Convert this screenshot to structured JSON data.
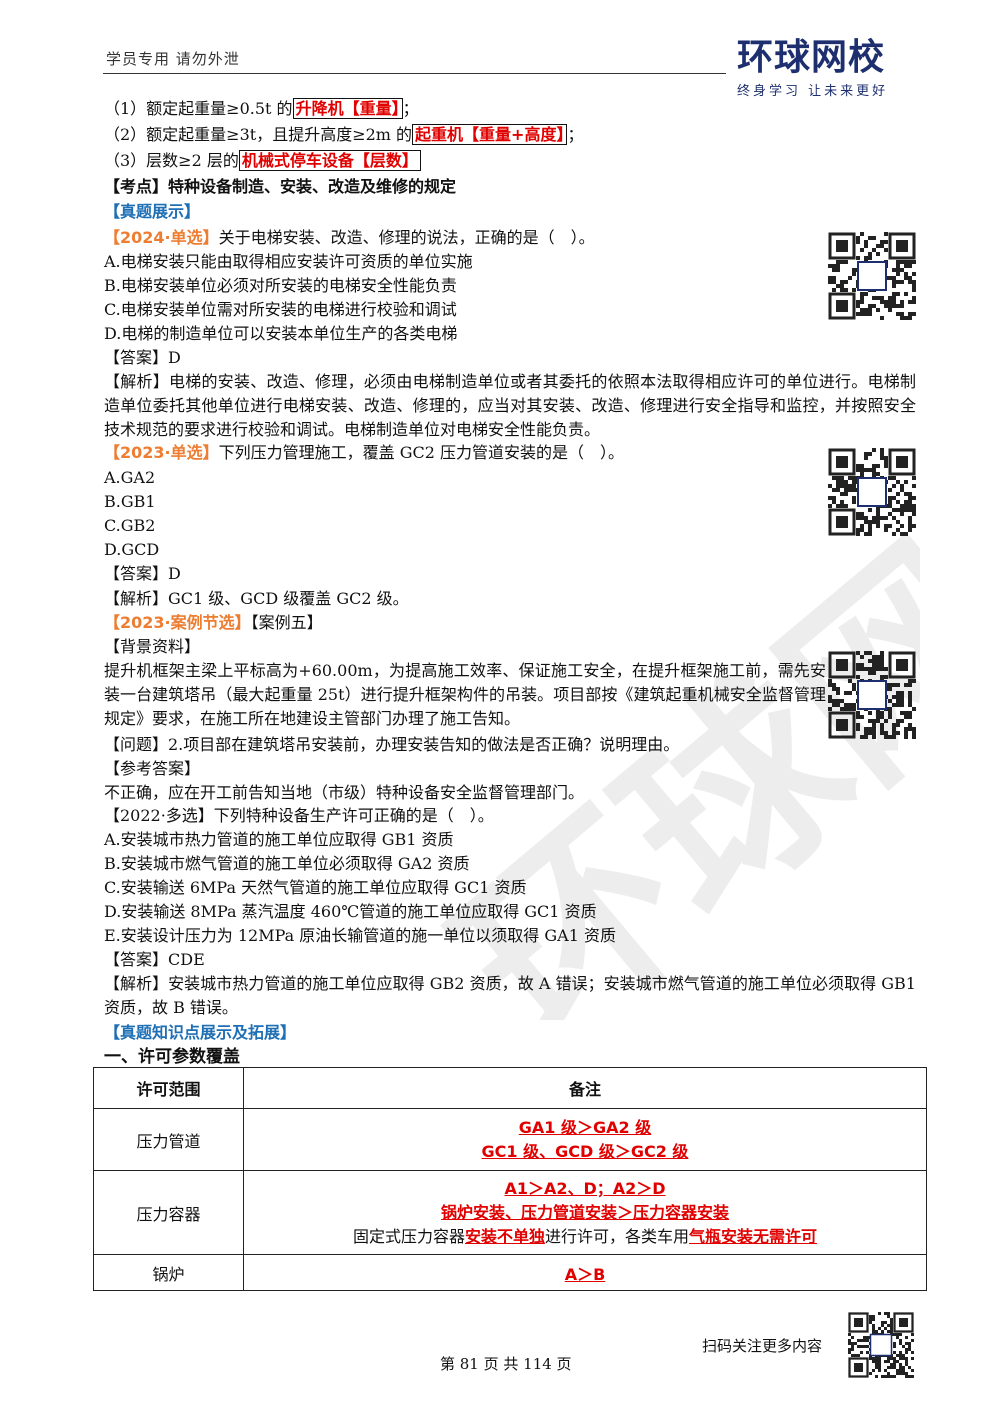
{
  "header": {
    "notice": "学员专用 请勿外泄",
    "logo_main": "环球网校",
    "logo_sub": "终身学习 让未来更好"
  },
  "watermark": "环球网校",
  "intro": [
    {
      "prefix": "（1）额定起重量≥0.5t 的",
      "box": "升降机【重量】",
      "suffix": "；"
    },
    {
      "prefix": "（2）额定起重量≥3t，且提升高度≥2m 的",
      "box": "起重机【重量+高度】",
      "suffix": "；"
    },
    {
      "prefix": "（3）层数≥2 层的",
      "box": "机械式停车设备【层数】",
      "suffix": ""
    }
  ],
  "kaodian": "【考点】特种设备制造、安装、改造及维修的规定",
  "zhenti": "【真题展示】",
  "q1": {
    "tag": "【2024·单选】",
    "stem": "关于电梯安装、改造、修理的说法，正确的是（　）。",
    "options": [
      "A.电梯安装只能由取得相应安装许可资质的单位实施",
      "B.电梯安装单位必须对所安装的电梯安全性能负责",
      "C.电梯安装单位需对所安装的电梯进行校验和调试",
      "D.电梯的制造单位可以安装本单位生产的各类电梯"
    ],
    "answer": "【答案】D",
    "analysis": "【解析】电梯的安装、改造、修理，必须由电梯制造单位或者其委托的依照本法取得相应许可的单位进行。电梯制造单位委托其他单位进行电梯安装、改造、修理的，应当对其安装、改造、修理进行安全指导和监控，并按照安全技术规范的要求进行校验和调试。电梯制造单位对电梯安全性能负责。"
  },
  "q2": {
    "tag": "【2023·单选】",
    "stem": "下列压力管理施工，覆盖 GC2 压力管道安装的是（　）。",
    "options": [
      "A.GA2",
      "B.GB1",
      "C.GB2",
      "D.GCD"
    ],
    "answer": "【答案】D",
    "analysis": "【解析】GC1 级、GCD 级覆盖 GC2 级。"
  },
  "case": {
    "tag": "【2023·案例节选】",
    "title": "【案例五】",
    "bg_label": "【背景资料】",
    "bg": "提升机框架主梁上平标高为+60.00m，为提高施工效率、保证施工安全，在提升框架施工前，需先安装一台建筑塔吊（最大起重量 25t）进行提升框架构件的吊装。项目部按《建筑起重机械安全监督管理规定》要求，在施工所在地建设主管部门办理了施工告知。",
    "question": "【问题】2.项目部在建筑塔吊安装前，办理安装告知的做法是否正确？说明理由。",
    "ref_label": "【参考答案】",
    "ref": "不正确，应在开工前告知当地（市级）特种设备安全监督管理部门。"
  },
  "q3": {
    "head": "【2022·多选】下列特种设备生产许可正确的是（　）。",
    "options": [
      "A.安装城市热力管道的施工单位应取得 GB1 资质",
      "B.安装城市燃气管道的施工单位必须取得 GA2 资质",
      "C.安装输送 6MPa 天然气管道的施工单位应取得 GC1 资质",
      "D.安装输送 8MPa 蒸汽温度 460℃管道的施工单位应取得 GC1 资质",
      "E.安装设计压力为 12MPa 原油长输管道的施一单位以须取得 GA1 资质"
    ],
    "answer": "【答案】CDE",
    "analysis": "【解析】安装城市热力管道的施工单位应取得 GB2 资质，故 A 错误；安装城市燃气管道的施工单位必须取得 GB1 资质，故 B 错误。"
  },
  "expand_title": "【真题知识点展示及拓展】",
  "section_title": "一、许可参数覆盖",
  "table": {
    "headers": [
      "许可范围",
      "备注"
    ],
    "rows": [
      {
        "scope": "压力管道",
        "l1": "GA1 级＞GA2 级",
        "l2": "GC1 级、GCD 级＞GC2 级"
      },
      {
        "scope": "压力容器",
        "l1": "A1＞A2、D；A2＞D",
        "l2": "锅炉安装、压力管道安装＞压力容器安装",
        "l3a": "固定式压力容器",
        "l3b": "安装不单独",
        "l3c": "进行许可，各类车用",
        "l3d": "气瓶安装无需许可"
      },
      {
        "scope": "锅炉",
        "l1": "A＞B"
      }
    ]
  },
  "footer": {
    "page": "第 81 页 共 114 页",
    "scan": "扫码关注更多内容"
  },
  "colors": {
    "red": "#e00000",
    "blue": "#1f6fb5",
    "orange": "#ed7d31",
    "brand": "#1d2f6e"
  }
}
